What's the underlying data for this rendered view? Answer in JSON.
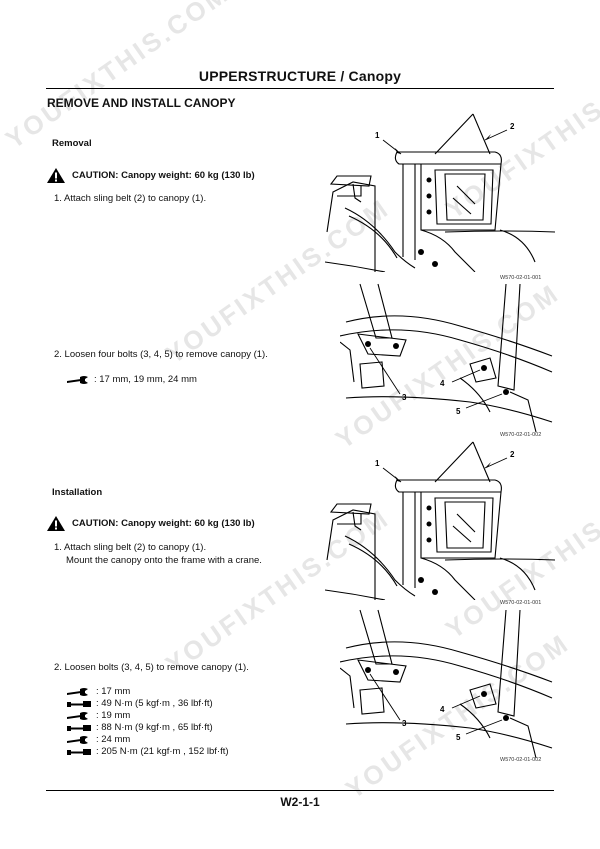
{
  "header": {
    "title": "UPPERSTRUCTURE / Canopy"
  },
  "section_title": "REMOVE AND INSTALL CANOPY",
  "removal": {
    "heading": "Removal",
    "caution": "CAUTION:  Canopy weight: 60 kg (130 lb)",
    "step1": "1.  Attach sling belt (2) to canopy (1).",
    "step2": "2.  Loosen four bolts (3, 4, 5) to remove canopy (1).",
    "tools": [
      ":  17 mm, 19 mm, 24 mm"
    ]
  },
  "installation": {
    "heading": "Installation",
    "caution": "CAUTION:  Canopy weight: 60 kg (130 lb)",
    "step1_line1": "1.  Attach sling belt (2) to canopy (1).",
    "step1_line2": "Mount the canopy onto the frame with a crane.",
    "step2": "2.  Loosen bolts (3, 4, 5) to remove canopy (1).",
    "specs": [
      {
        "icon": "wrench-icon",
        "text": ":  17 mm"
      },
      {
        "icon": "torque-wrench-icon",
        "text": ":  49 N·m (5 kgf·m , 36 lbf·ft)"
      },
      {
        "icon": "wrench-icon",
        "text": ":  19 mm"
      },
      {
        "icon": "torque-wrench-icon",
        "text": ":  88 N·m (9 kgf·m , 65 lbf·ft)"
      },
      {
        "icon": "wrench-icon",
        "text": ":  24 mm"
      },
      {
        "icon": "torque-wrench-icon",
        "text": ":  205 N·m (21 kgf·m , 152 lbf·ft)"
      }
    ]
  },
  "figures": {
    "fig1": {
      "ref": "W570-02-01-001",
      "callouts": [
        "1",
        "2"
      ]
    },
    "fig2": {
      "ref": "W570-02-01-002",
      "callouts": [
        "3",
        "4",
        "5"
      ]
    },
    "fig3": {
      "ref": "W570-02-01-001",
      "callouts": [
        "1",
        "2"
      ]
    },
    "fig4": {
      "ref": "W570-02-01-002",
      "callouts": [
        "3",
        "4",
        "5"
      ]
    }
  },
  "footer": {
    "page_number": "W2-1-1"
  },
  "watermark": "YOUFIXTHIS.COM"
}
